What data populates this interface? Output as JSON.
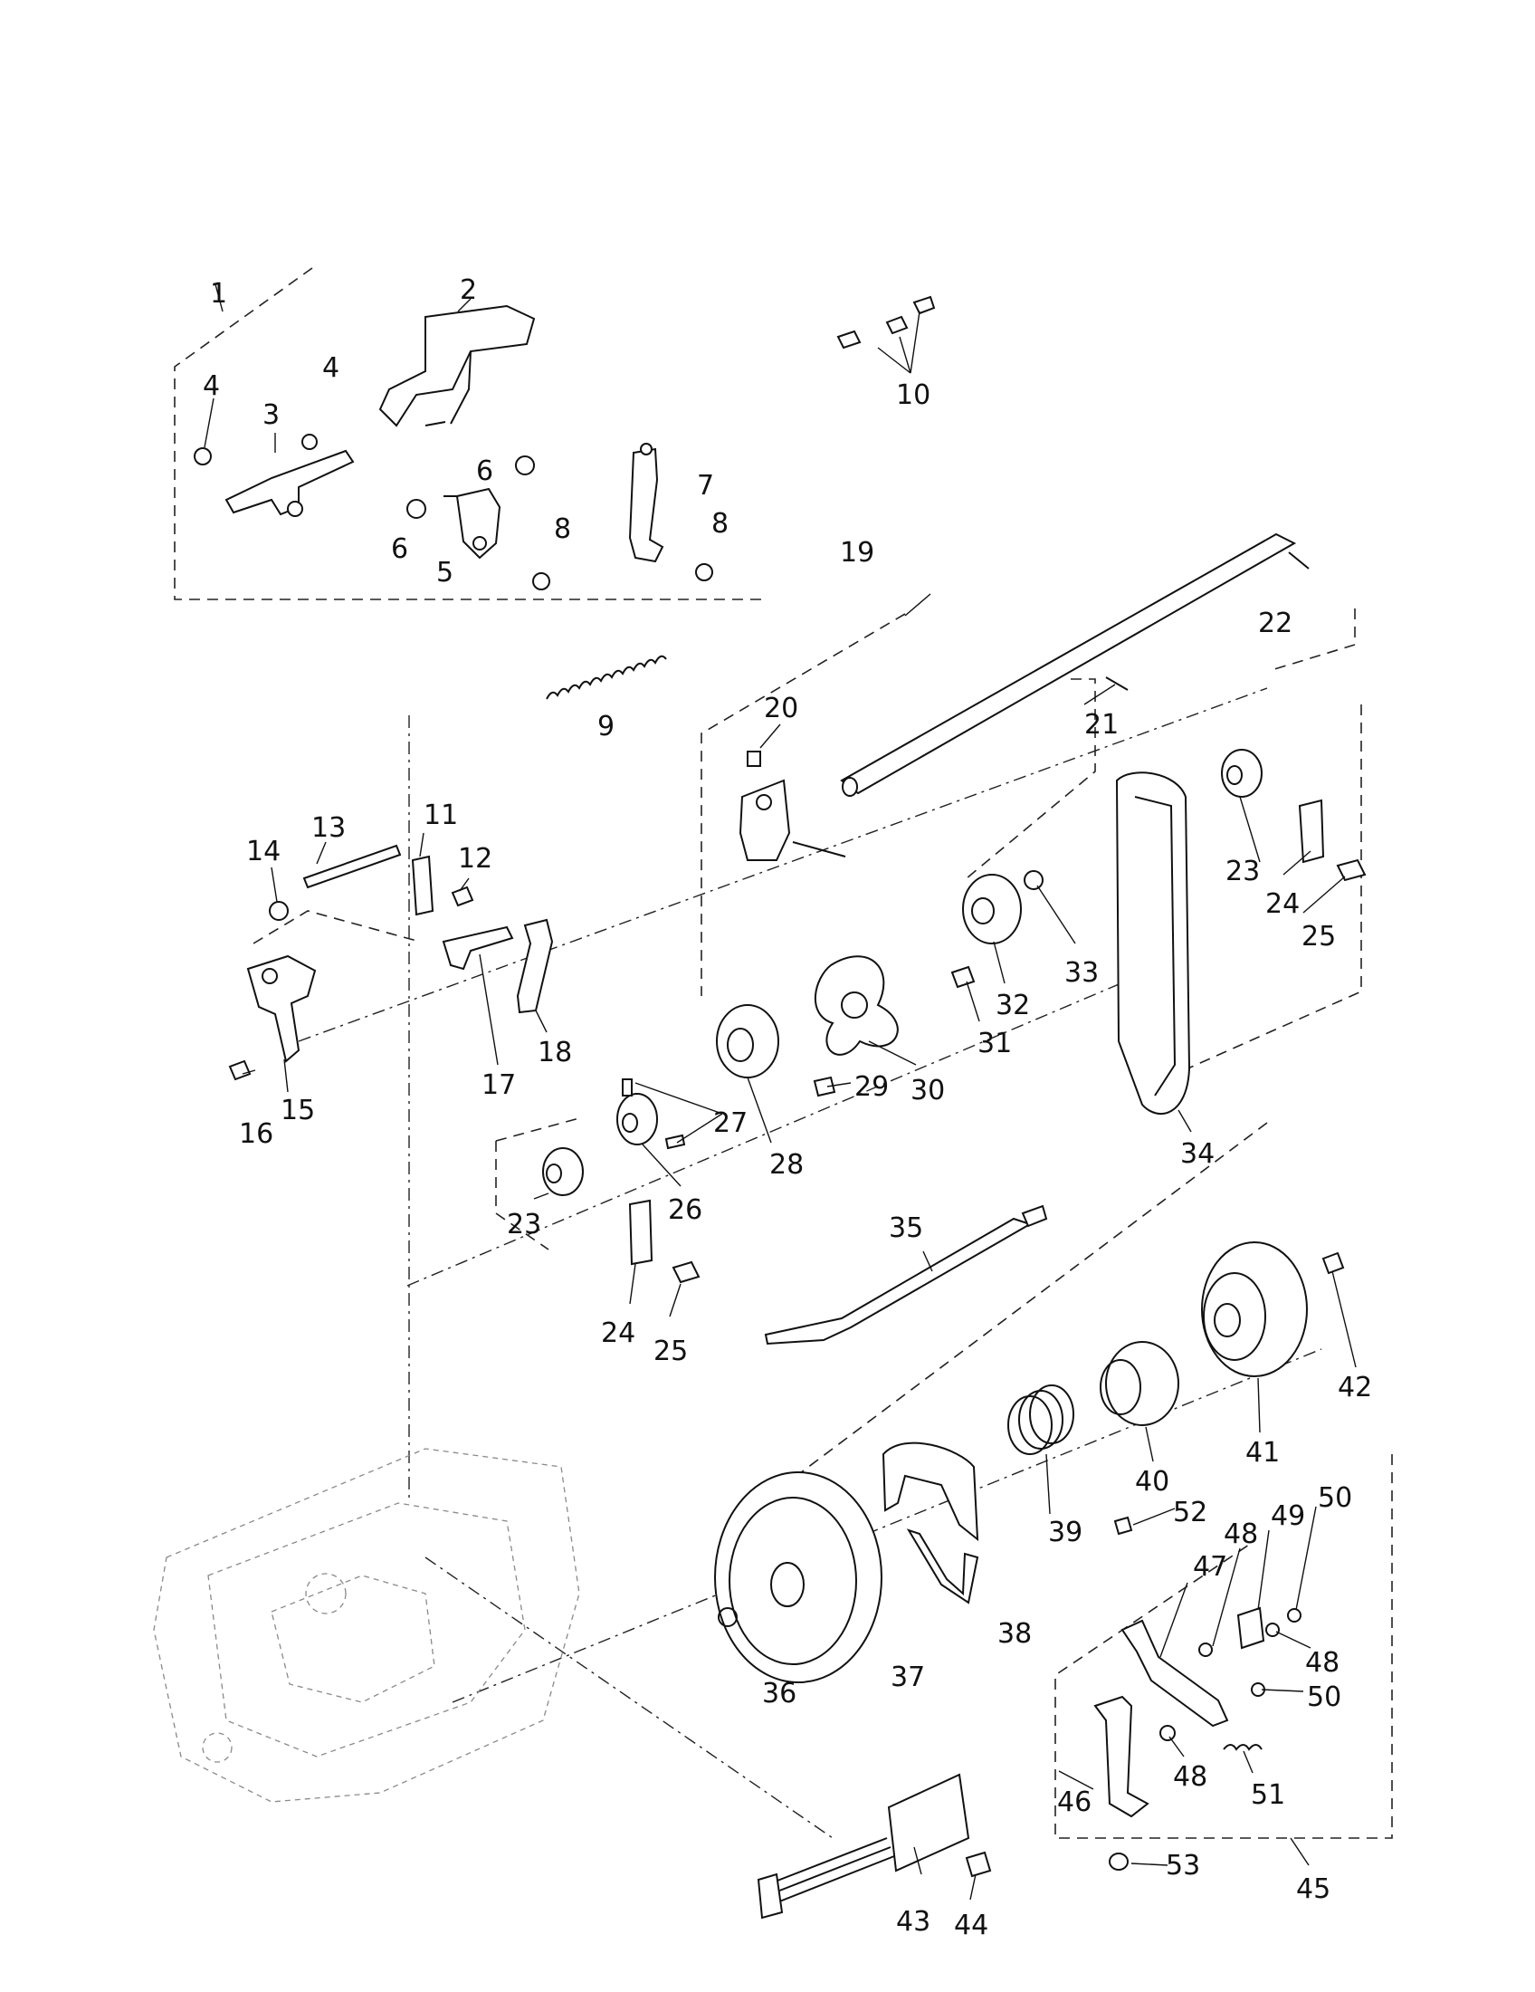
{
  "diagram": {
    "labels": [
      "1",
      "2",
      "3",
      "4",
      "4",
      "5",
      "6",
      "6",
      "7",
      "8",
      "8",
      "9",
      "10",
      "11",
      "12",
      "13",
      "14",
      "15",
      "16",
      "17",
      "18",
      "19",
      "20",
      "21",
      "22",
      "23",
      "23",
      "24",
      "24",
      "25",
      "25",
      "26",
      "27",
      "28",
      "29",
      "30",
      "31",
      "32",
      "33",
      "34",
      "35",
      "36",
      "37",
      "38",
      "39",
      "40",
      "41",
      "42",
      "43",
      "44",
      "45",
      "46",
      "47",
      "48",
      "48",
      "48",
      "49",
      "50",
      "50",
      "51",
      "52",
      "53"
    ]
  }
}
